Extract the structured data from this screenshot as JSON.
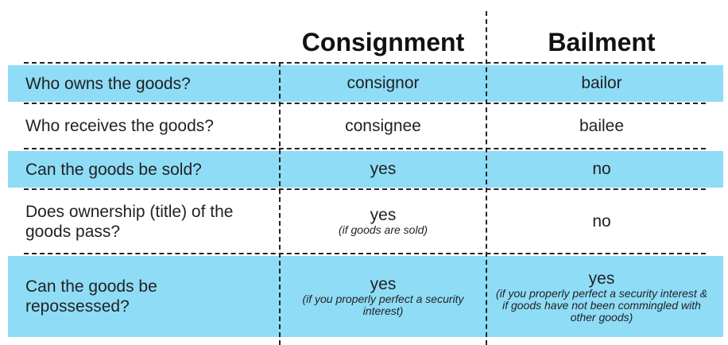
{
  "headers": {
    "col1": "Consignment",
    "col2": "Bailment"
  },
  "rows": [
    {
      "question": "Who owns the goods?",
      "consignment": "consignor",
      "consignment_note": "",
      "bailment": "bailor",
      "bailment_note": ""
    },
    {
      "question": "Who receives the goods?",
      "consignment": "consignee",
      "consignment_note": "",
      "bailment": "bailee",
      "bailment_note": ""
    },
    {
      "question": "Can the goods be sold?",
      "consignment": "yes",
      "consignment_note": "",
      "bailment": "no",
      "bailment_note": ""
    },
    {
      "question": "Does ownership (title) of the goods pass?",
      "consignment": "yes",
      "consignment_note": "(if goods are sold)",
      "bailment": "no",
      "bailment_note": ""
    },
    {
      "question": "Can the goods be repossessed?",
      "consignment": "yes",
      "consignment_note": "(if you properly perfect a security interest)",
      "bailment": "yes",
      "bailment_note": "(if you properly perfect a security interest & if goods have not been commingled with other goods)"
    }
  ],
  "colors": {
    "highlight_row": "#8fdcf7",
    "text": "#222222",
    "divider": "#222222"
  }
}
